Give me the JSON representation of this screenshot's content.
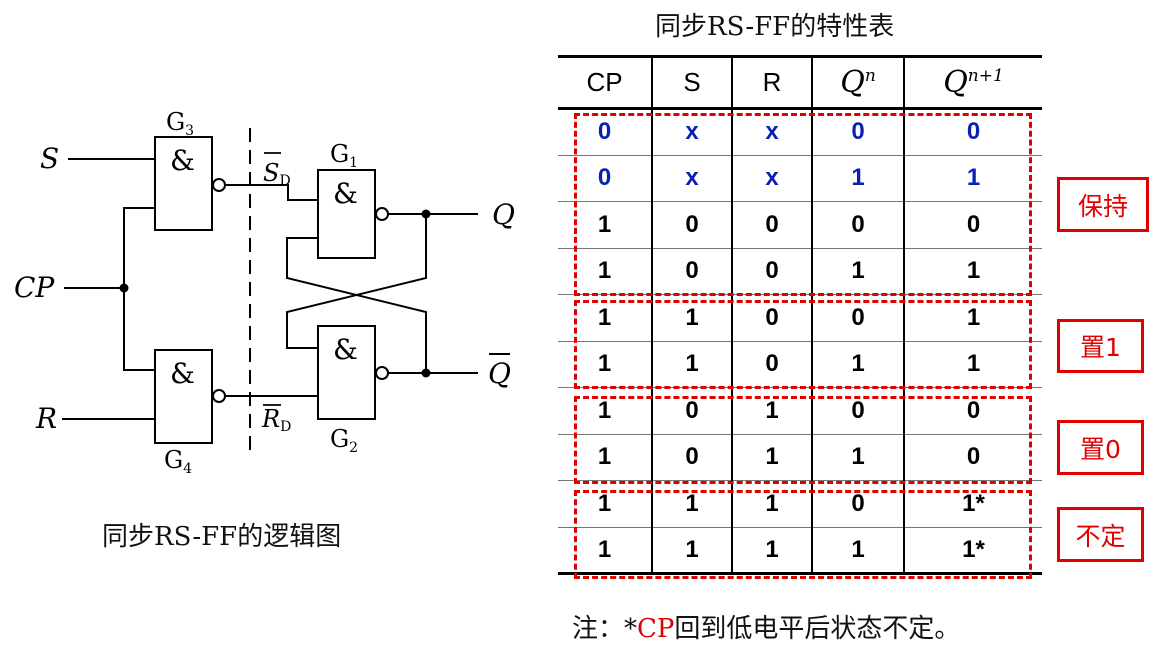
{
  "logic_diagram": {
    "caption": "同步RS-FF的逻辑图",
    "inputs": {
      "s": "S",
      "cp": "CP",
      "r": "R"
    },
    "outputs": {
      "q": "Q",
      "q_bar": "Q"
    },
    "gates": {
      "g1": {
        "name": "G",
        "sub": "1",
        "symbol": "&"
      },
      "g2": {
        "name": "G",
        "sub": "2",
        "symbol": "&"
      },
      "g3": {
        "name": "G",
        "sub": "3",
        "symbol": "&"
      },
      "g4": {
        "name": "G",
        "sub": "4",
        "symbol": "&"
      }
    },
    "signals": {
      "sd": {
        "name": "S",
        "sub": "D"
      },
      "rd": {
        "name": "R",
        "sub": "D"
      }
    }
  },
  "truth_table": {
    "title": "同步RS-FF的特性表",
    "headers": {
      "cp": "CP",
      "s": "S",
      "r": "R",
      "qn_base": "Q",
      "qn_sup": "n",
      "qn1_base": "Q",
      "qn1_sup": "n+1"
    },
    "rows": [
      [
        "0",
        "x",
        "x",
        "0",
        "0"
      ],
      [
        "0",
        "x",
        "x",
        "1",
        "1"
      ],
      [
        "1",
        "0",
        "0",
        "0",
        "0"
      ],
      [
        "1",
        "0",
        "0",
        "1",
        "1"
      ],
      [
        "1",
        "1",
        "0",
        "0",
        "1"
      ],
      [
        "1",
        "1",
        "0",
        "1",
        "1"
      ],
      [
        "1",
        "0",
        "1",
        "0",
        "0"
      ],
      [
        "1",
        "0",
        "1",
        "1",
        "0"
      ],
      [
        "1",
        "1",
        "1",
        "0",
        "1*"
      ],
      [
        "1",
        "1",
        "1",
        "1",
        "1*"
      ]
    ],
    "blue_rows": [
      0,
      1
    ],
    "groups": [
      {
        "label": "保持"
      },
      {
        "label": "置1"
      },
      {
        "label": "置0"
      },
      {
        "label": "不定"
      }
    ]
  },
  "footnote": {
    "prefix": "注：*",
    "highlight": "CP",
    "suffix": "回到低电平后状态不定。"
  },
  "colors": {
    "highlight_red": "#e00000",
    "value_blue": "#0b1fb5",
    "line_black": "#000000"
  }
}
